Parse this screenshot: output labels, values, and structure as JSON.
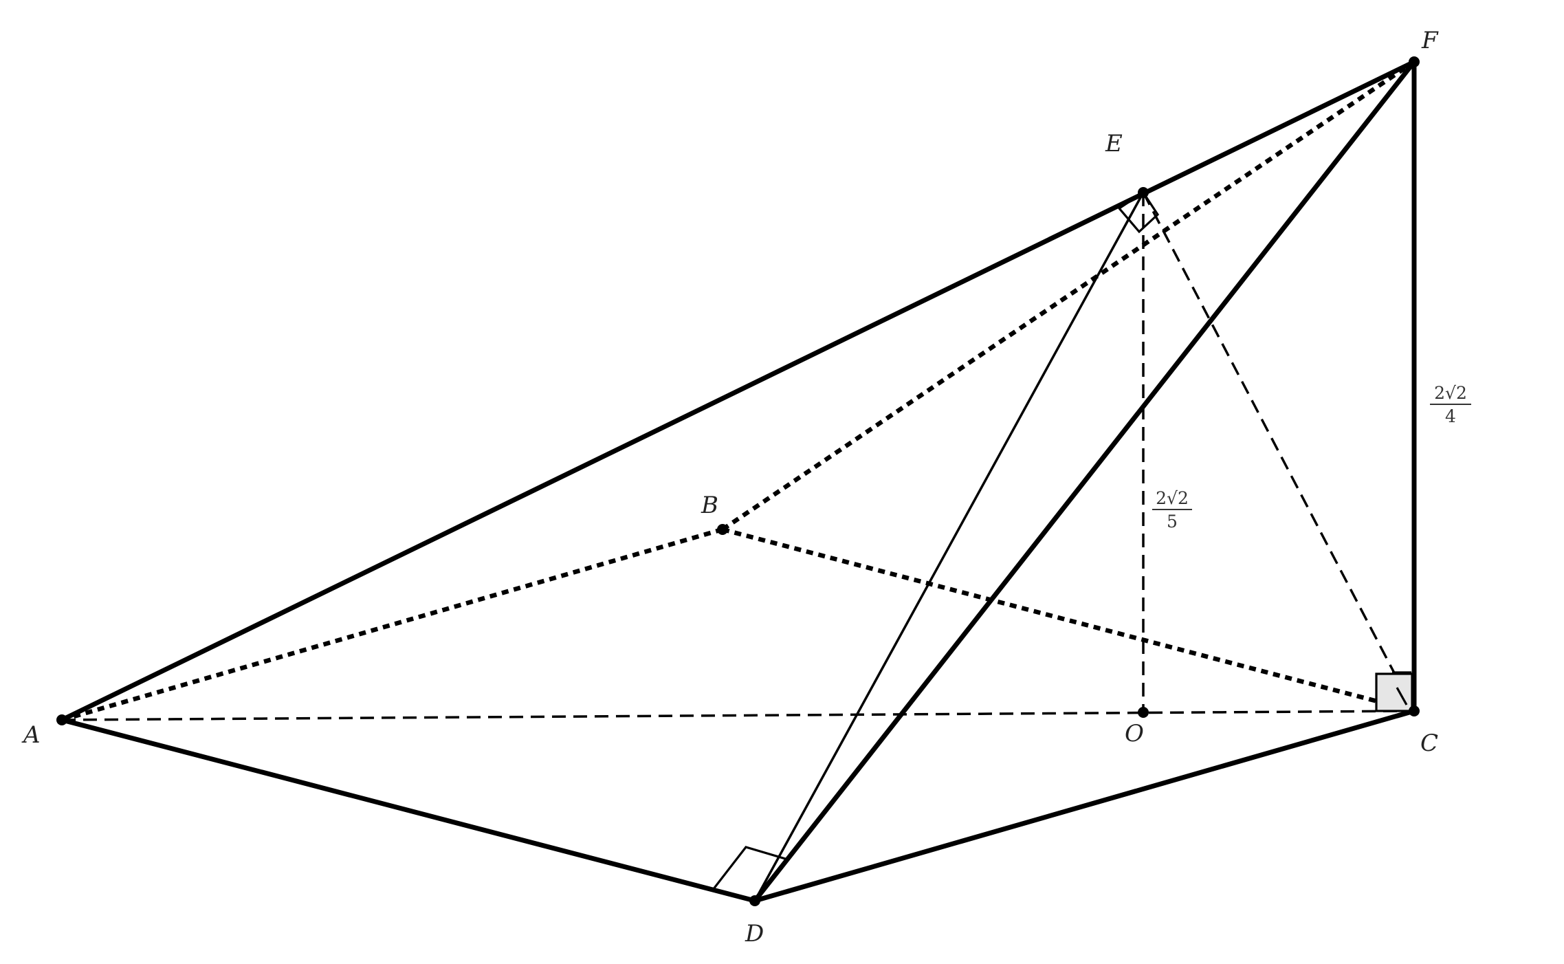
{
  "points": [
    {
      "id": "A",
      "label": "A"
    },
    {
      "id": "B",
      "label": "B"
    },
    {
      "id": "C",
      "label": "C"
    },
    {
      "id": "D",
      "label": "D"
    },
    {
      "id": "E",
      "label": "E"
    },
    {
      "id": "F",
      "label": "F"
    },
    {
      "id": "O",
      "label": "O"
    }
  ],
  "measures": {
    "EO": {
      "numerator": "2√2",
      "denominator": "5"
    },
    "FC": {
      "numerator": "2√2",
      "denominator": "4"
    }
  },
  "segments": [
    {
      "from": "A",
      "to": "F",
      "style": "solid-thick"
    },
    {
      "from": "A",
      "to": "D",
      "style": "solid-thick"
    },
    {
      "from": "D",
      "to": "C",
      "style": "solid-thick"
    },
    {
      "from": "D",
      "to": "F",
      "style": "solid-thick"
    },
    {
      "from": "F",
      "to": "C",
      "style": "solid-thick"
    },
    {
      "from": "D",
      "to": "E",
      "style": "solid-thin"
    },
    {
      "from": "A",
      "to": "B",
      "style": "dotted-thick"
    },
    {
      "from": "B",
      "to": "F",
      "style": "dotted-thick"
    },
    {
      "from": "B",
      "to": "C",
      "style": "dotted-thick"
    },
    {
      "from": "A",
      "to": "C",
      "style": "dashed"
    },
    {
      "from": "E",
      "to": "O",
      "style": "dashed"
    },
    {
      "from": "E",
      "to": "C",
      "style": "dashed"
    }
  ]
}
